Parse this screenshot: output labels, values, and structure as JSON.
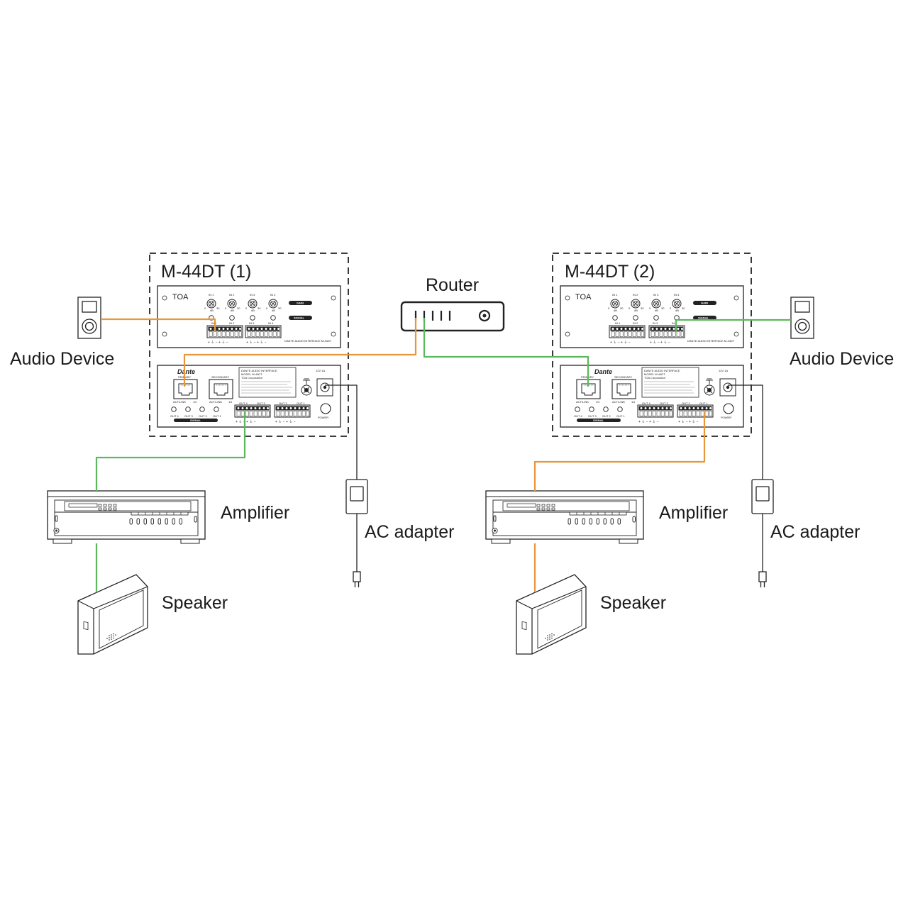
{
  "units": [
    {
      "title": "M-44DT (1)",
      "brand": "TOA",
      "knob_labels": [
        "IN 1",
        "IN 2",
        "IN 3",
        "IN 4"
      ],
      "input_labels": [
        "IN 1",
        "IN 2",
        "IN 3",
        "IN 4"
      ],
      "gain_label": "GAIN",
      "signal_label": "SIGNAL",
      "front_model_text": "DANTE AUDIO INTERFACE M-44DT",
      "dante_logo": "Dante",
      "primary_label": "PRIMARY",
      "secondary_label": "SECONDARY",
      "act_link_label": "ACT/LINK",
      "speed_label": "1G",
      "output_leds": [
        "OUT 4",
        "OUT 3",
        "OUT 2",
        "OUT 1"
      ],
      "back_signal_label": "SIGNAL",
      "output_terminals": [
        "OUT 4",
        "OUT 3",
        "OUT 2",
        "OUT 1"
      ],
      "power_label": "POWER",
      "dc_label": "12V 1A",
      "info_lines": [
        "DANTE AUDIO INTERFACE",
        "MODEL M-44DT",
        "TOA Corporation"
      ]
    },
    {
      "title": "M-44DT (2)",
      "brand": "TOA",
      "knob_labels": [
        "IN 1",
        "IN 2",
        "IN 3",
        "IN 4"
      ],
      "input_labels": [
        "IN 1",
        "IN 2",
        "IN 3",
        "IN 4"
      ],
      "gain_label": "GAIN",
      "signal_label": "SIGNAL",
      "front_model_text": "DANTE AUDIO INTERFACE M-44DT",
      "dante_logo": "Dante",
      "primary_label": "PRIMARY",
      "secondary_label": "SECONDARY",
      "act_link_label": "ACT/LINK",
      "speed_label": "1G",
      "output_leds": [
        "OUT 4",
        "OUT 3",
        "OUT 2",
        "OUT 1"
      ],
      "back_signal_label": "SIGNAL",
      "output_terminals": [
        "OUT 4",
        "OUT 3",
        "OUT 2",
        "OUT 1"
      ],
      "power_label": "POWER",
      "dc_label": "12V 1A",
      "info_lines": [
        "DANTE AUDIO INTERFACE",
        "MODEL M-44DT",
        "TOA Corporation"
      ]
    }
  ],
  "labels": {
    "router": "Router",
    "audio_device_left": "Audio Device",
    "audio_device_right": "Audio Device",
    "amplifier_left": "Amplifier",
    "amplifier_right": "Amplifier",
    "ac_adapter_left": "AC adapter",
    "ac_adapter_right": "AC adapter",
    "speaker_left": "Speaker",
    "speaker_right": "Speaker"
  },
  "colors": {
    "orange_cable": "#e8963a",
    "green_cable": "#5cb85c",
    "line": "#222222"
  }
}
